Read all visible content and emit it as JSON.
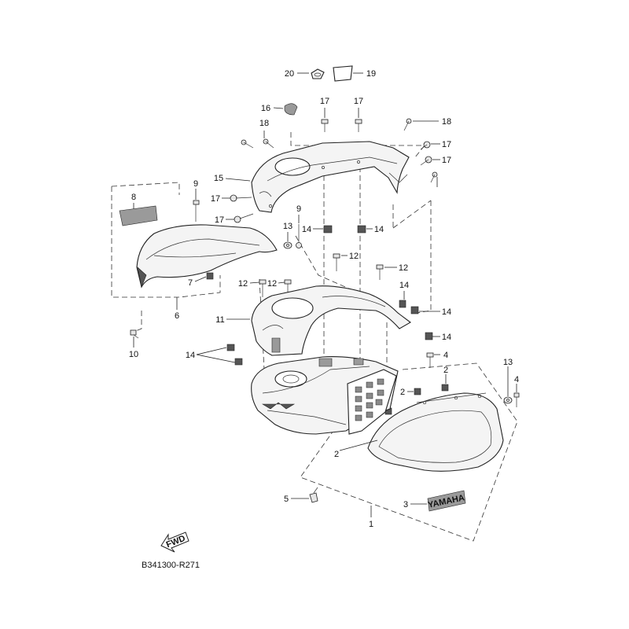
{
  "diagram_code": "B341300-R271",
  "fwd_label": "FWD",
  "emblem_text": "YAMAHA",
  "callouts": [
    "20",
    "19",
    "16",
    "17",
    "17",
    "18",
    "18",
    "17",
    "17",
    "15",
    "9",
    "8",
    "17",
    "17",
    "9",
    "13",
    "14",
    "14",
    "12",
    "12",
    "7",
    "12",
    "12",
    "11",
    "14",
    "14",
    "14",
    "14",
    "6",
    "10",
    "4",
    "2",
    "2",
    "13",
    "4",
    "2",
    "5",
    "3",
    "1"
  ]
}
